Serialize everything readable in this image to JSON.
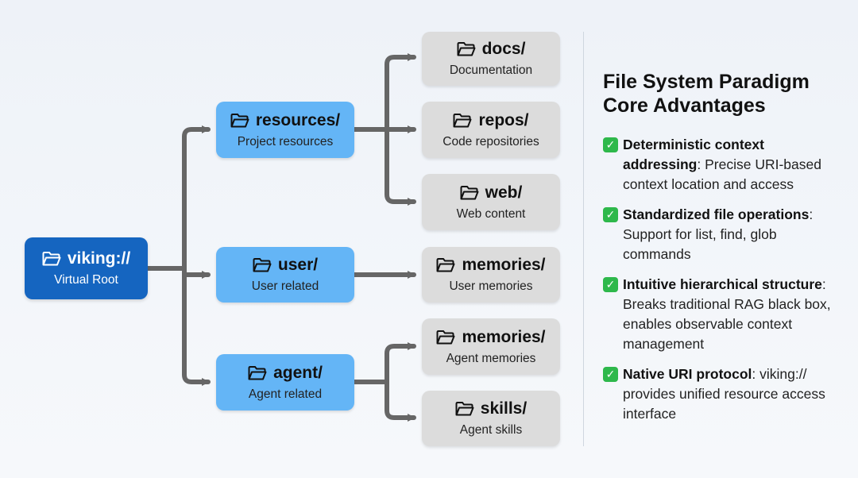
{
  "diagram": {
    "root": {
      "name": "viking://",
      "desc": "Virtual Root"
    },
    "branches": [
      {
        "name": "resources/",
        "desc": "Project resources"
      },
      {
        "name": "user/",
        "desc": "User related"
      },
      {
        "name": "agent/",
        "desc": "Agent related"
      }
    ],
    "leaves": [
      {
        "name": "docs/",
        "desc": "Documentation"
      },
      {
        "name": "repos/",
        "desc": "Code repositories"
      },
      {
        "name": "web/",
        "desc": "Web content"
      },
      {
        "name": "memories/",
        "desc": "User memories"
      },
      {
        "name": "memories/",
        "desc": "Agent memories"
      },
      {
        "name": "skills/",
        "desc": "Agent skills"
      }
    ]
  },
  "panel": {
    "title_line1": "File System Paradigm",
    "title_line2": "Core Advantages",
    "advantages": [
      {
        "bold": "Deterministic context addressing",
        "rest": ": Precise URI-based context location and access"
      },
      {
        "bold": "Standardized file operations",
        "rest": ": Support for list, find, glob commands"
      },
      {
        "bold": "Intuitive hierarchical structure",
        "rest": ": Breaks traditional RAG black box, enables observable context management"
      },
      {
        "bold": "Native URI protocol",
        "rest": ": viking:// provides unified resource access interface"
      }
    ]
  },
  "colors": {
    "root": "#1565c0",
    "branch": "#64b5f6",
    "leaf": "#dcdcdc",
    "connector": "#666666",
    "check": "#2eb84b"
  },
  "icons": {
    "folder": "folder-open-icon",
    "check": "check-mark-icon"
  }
}
